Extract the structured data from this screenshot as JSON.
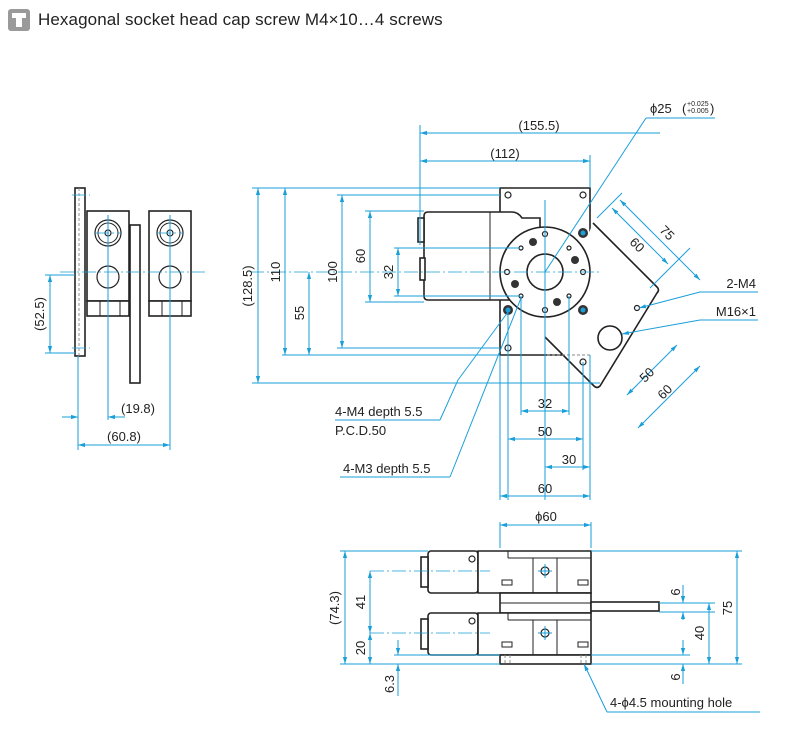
{
  "header": {
    "icon": "hex-socket-screw-icon",
    "title": "Hexagonal socket head cap screw M4×10…4 screws"
  },
  "colors": {
    "dimension_line": "#1a9fd9",
    "part_outline": "#222222",
    "icon_bg": "#9a9a9a"
  },
  "side_view": {
    "dims": {
      "height_52_5": "(52.5)",
      "width_19_8": "(19.8)",
      "width_60_8": "(60.8)"
    }
  },
  "top_view": {
    "dims": {
      "overall_width": "(155.5)",
      "body_width": "(112)",
      "bore": "ϕ25",
      "bore_tol_upper": "+0.025",
      "bore_tol_lower": "+0.005",
      "overall_height": "(128.5)",
      "h110": "110",
      "h100": "100",
      "h60": "60",
      "h55": "55",
      "h32": "32",
      "diag60_top": "60",
      "diag75": "75",
      "diag50": "50",
      "diag60_bottom": "60",
      "w32": "32",
      "w50": "50",
      "w30": "30",
      "w60": "60"
    },
    "callouts": {
      "m4_2": "2-M4",
      "m16": "M16×1",
      "m4_depth": "4-M4 depth 5.5",
      "pcd": "P.C.D.50",
      "m3_depth": "4-M3 depth 5.5"
    }
  },
  "front_view": {
    "dims": {
      "dia60": "ϕ60",
      "h74_3": "(74.3)",
      "h41": "41",
      "h20": "20",
      "h6_3": "6.3",
      "h6_top": "6",
      "h40": "40",
      "h75": "75",
      "h6_bottom": "6"
    },
    "callouts": {
      "mounting_hole": "4-ϕ4.5 mounting hole"
    }
  }
}
